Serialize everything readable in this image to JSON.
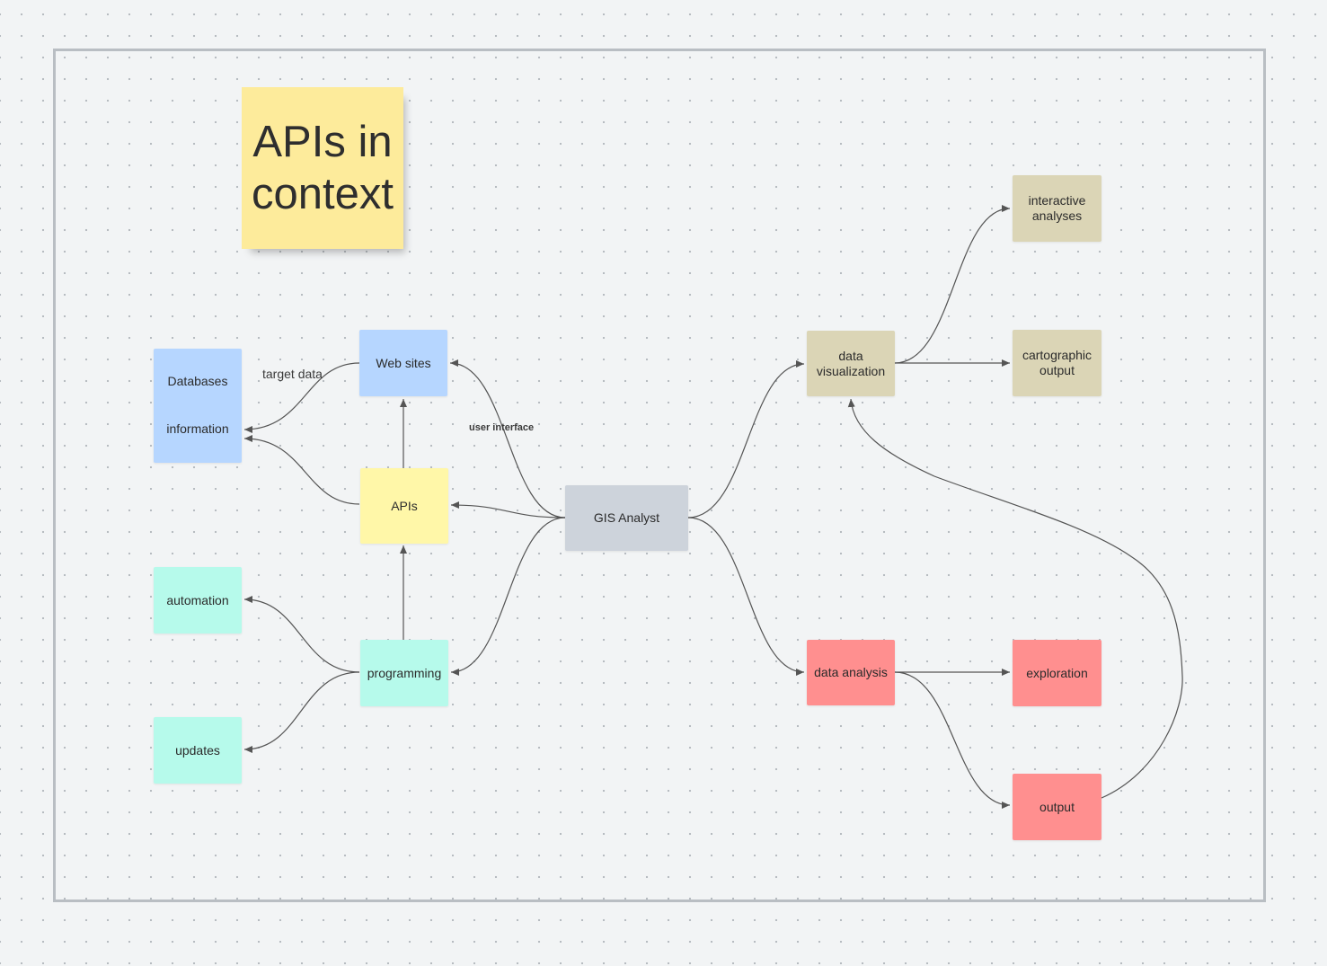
{
  "title": "APIs in context",
  "nodes": {
    "databases": {
      "line1": "Databases",
      "line2": "information"
    },
    "websites": "Web sites",
    "apis": "APIs",
    "programming": "programming",
    "automation": "automation",
    "updates": "updates",
    "gis_analyst": "GIS Analyst",
    "data_visualization": "data visualization",
    "interactive_analyses": "interactive analyses",
    "cartographic_output": "cartographic output",
    "data_analysis": "data analysis",
    "exploration": "exploration",
    "output": "output"
  },
  "edge_labels": {
    "target_data": "target data",
    "user_interface": "user interface"
  },
  "colors": {
    "blue": "#b6d6ff",
    "yellow": "#fff7a8",
    "mint": "#b6faeb",
    "tan": "#dbd5b6",
    "red": "#ff8f8f",
    "grey": "#cdd3db",
    "title_note": "#fdeb9b",
    "connector": "#555555"
  }
}
